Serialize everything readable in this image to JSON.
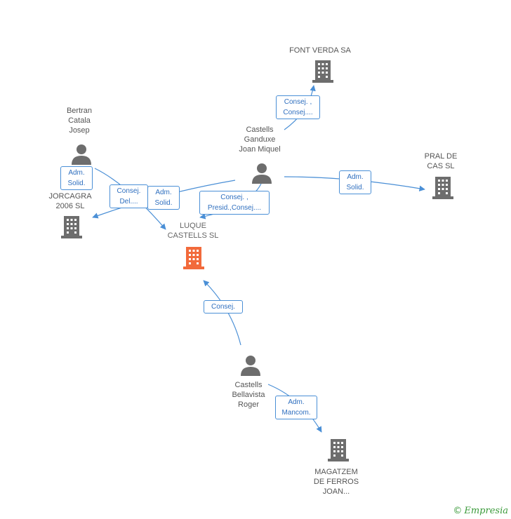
{
  "nodes": {
    "font_verda": {
      "lines": [
        "FONT VERDA SA"
      ]
    },
    "bertran": {
      "lines": [
        "Bertran",
        "Catala",
        "Josep"
      ]
    },
    "castells_ganduxe": {
      "lines": [
        "Castells",
        "Ganduxe",
        "Joan Miquel"
      ]
    },
    "pral_de_cas": {
      "lines": [
        "PRAL DE",
        "CAS SL"
      ]
    },
    "jorcagra": {
      "lines": [
        "JORCAGRA",
        "2006 SL"
      ]
    },
    "luque": {
      "lines": [
        "LUQUE",
        "CASTELLS SL"
      ]
    },
    "castells_bellavista": {
      "lines": [
        "Castells",
        "Bellavista",
        "Roger"
      ]
    },
    "magatzem": {
      "lines": [
        "MAGATZEM",
        "DE FERROS",
        "JOAN..."
      ]
    }
  },
  "relations": {
    "r1": {
      "lines": [
        "Consej. ,",
        "Consej...."
      ]
    },
    "r2": {
      "lines": [
        "Adm.",
        "Solid."
      ]
    },
    "r3": {
      "lines": [
        "Consej.",
        "Del...."
      ]
    },
    "r4": {
      "lines": [
        "Adm.",
        "Solid."
      ]
    },
    "r5": {
      "lines": [
        "Consej. ,",
        "Presid.,Consej...."
      ]
    },
    "r6": {
      "lines": [
        "Adm.",
        "Solid."
      ]
    },
    "r7": {
      "lines": [
        "Consej."
      ]
    },
    "r8": {
      "lines": [
        "Adm.",
        "Mancom."
      ]
    }
  },
  "colors": {
    "main_company": "#f26a3b",
    "company": "#6d6d6d",
    "person": "#6d6d6d",
    "edge": "#4a8fd6"
  },
  "icons": {
    "company": "building-icon",
    "person": "person-icon"
  },
  "brand": {
    "copyright": "©",
    "name": "Empresia"
  }
}
